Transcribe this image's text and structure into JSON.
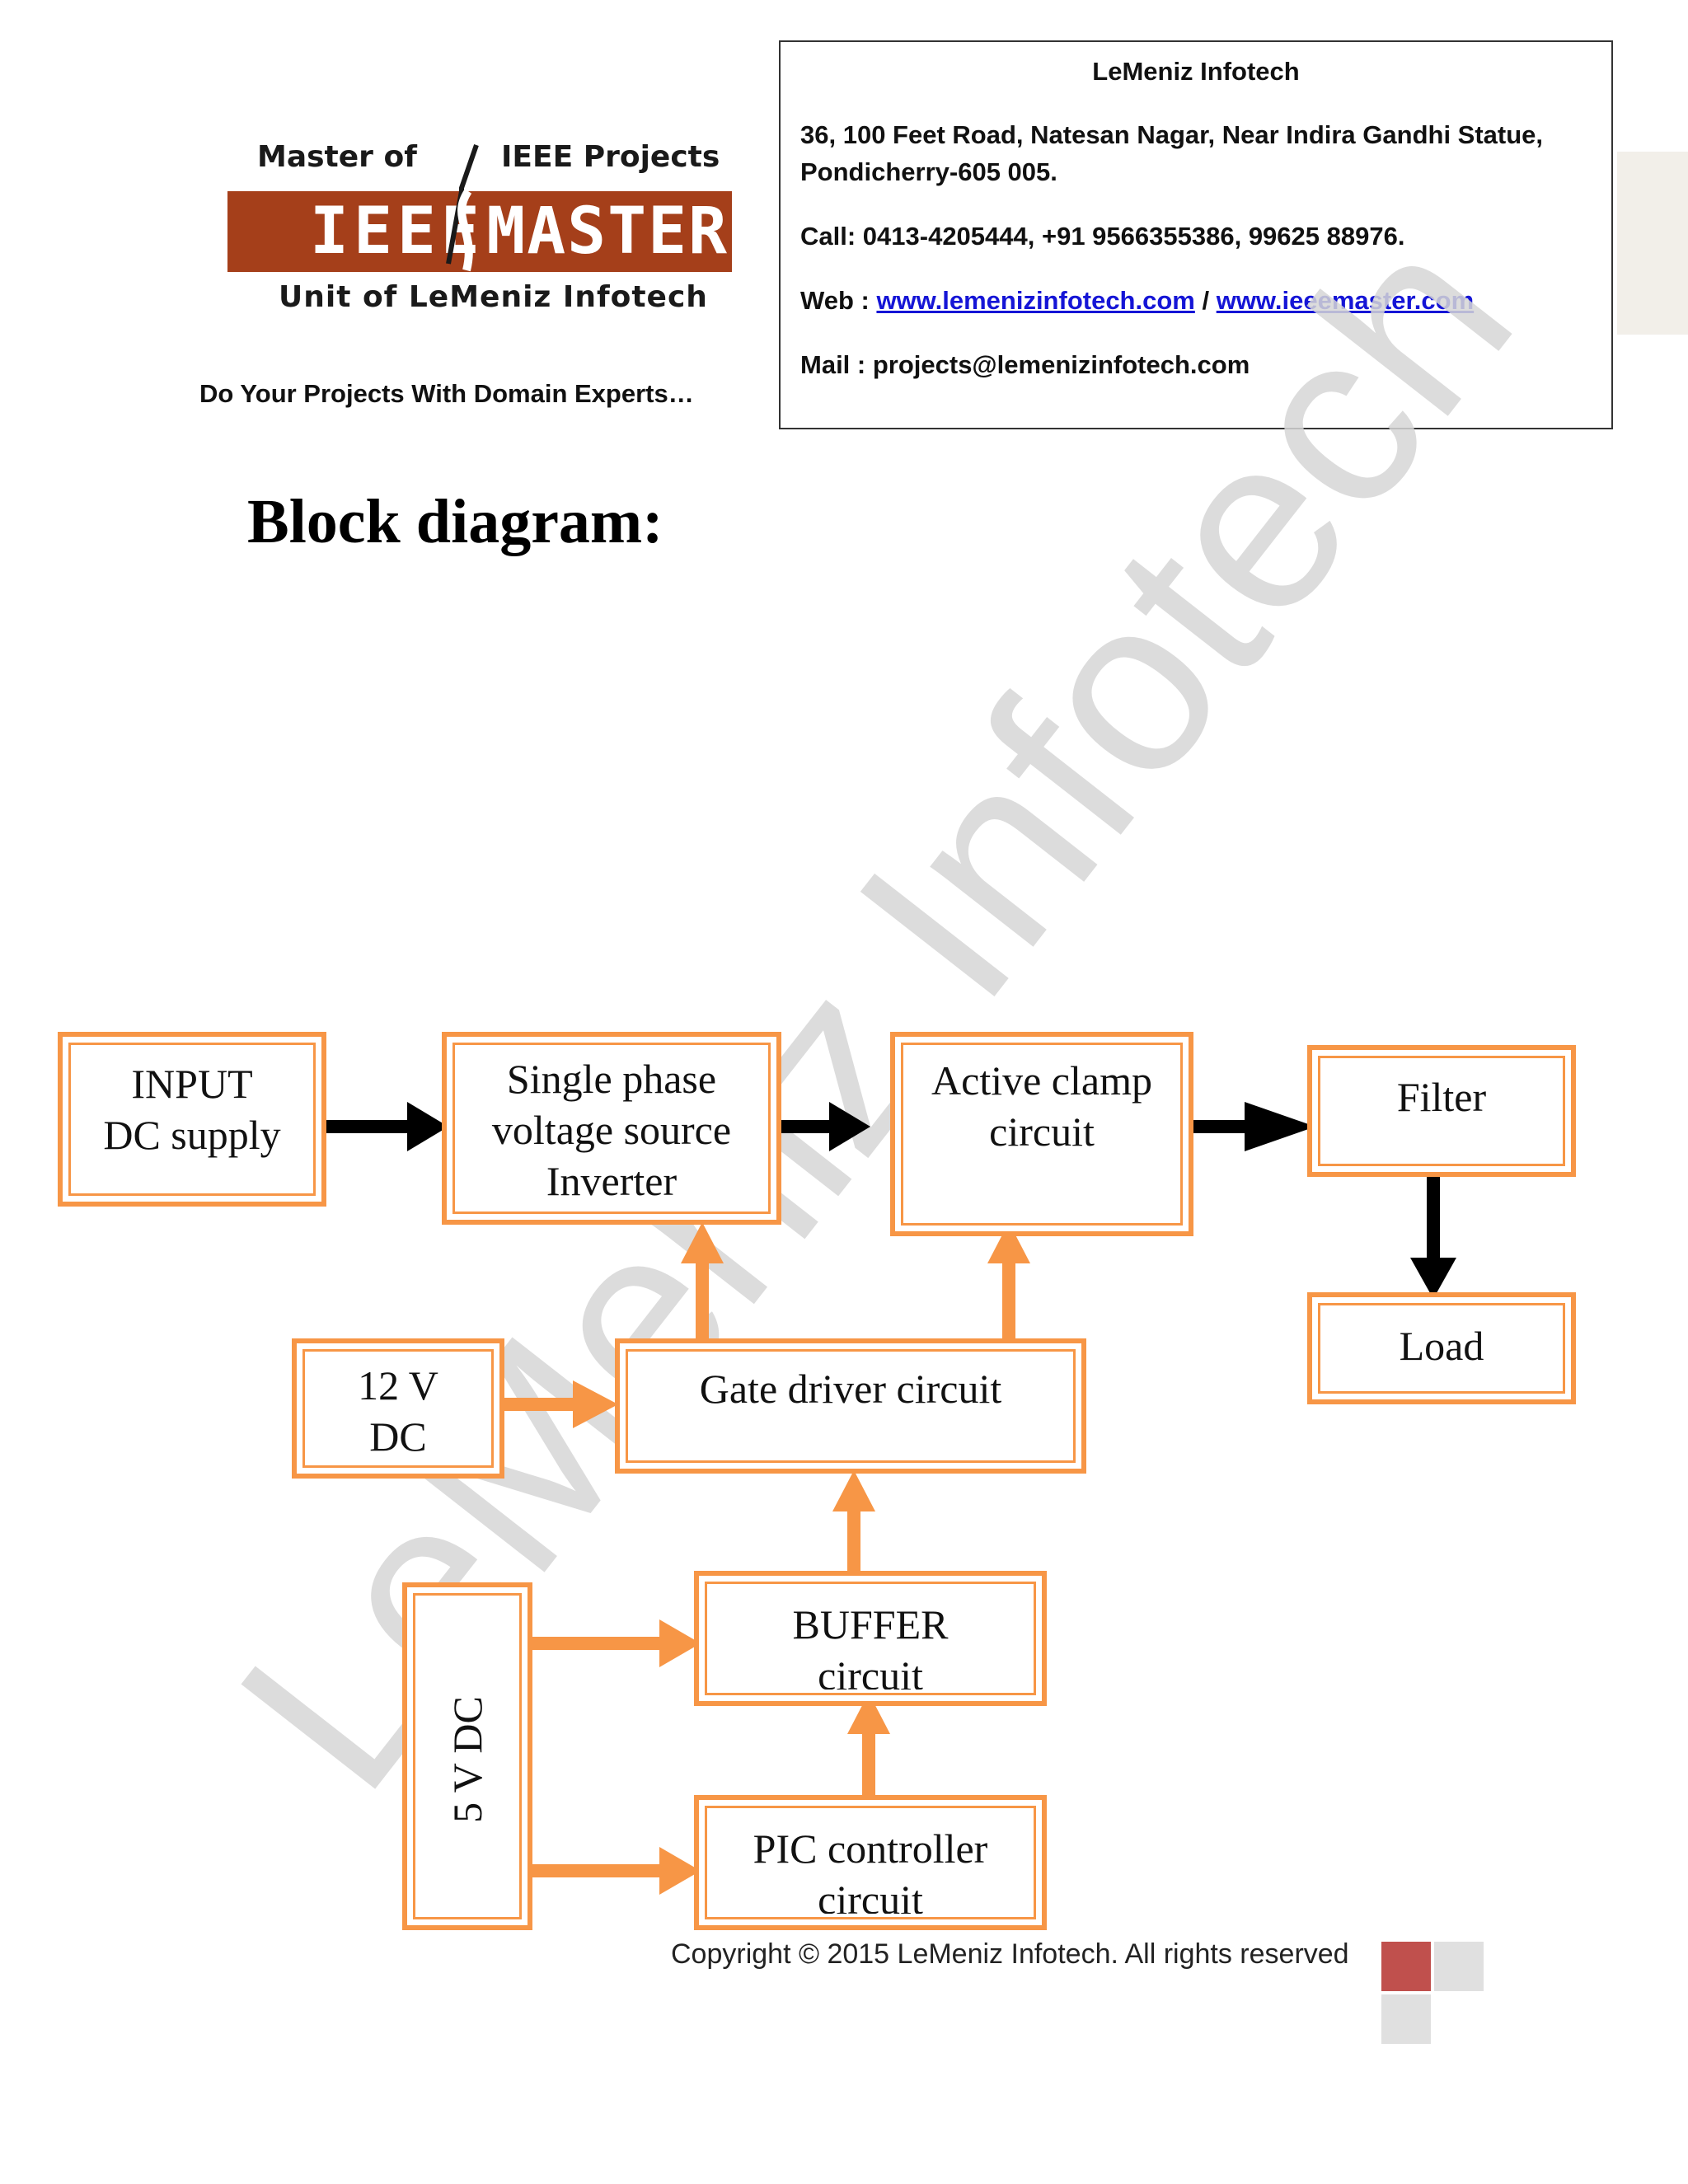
{
  "header": {
    "logo": {
      "top_left": "Master of",
      "top_right": "IEEE Projects",
      "band_left": "IEEE",
      "band_right": "MASTER",
      "bottom": "Unit of LeMeniz Infotech"
    },
    "tagline": "Do Your Projects With Domain Experts…",
    "contact": {
      "company": "LeMeniz Infotech",
      "address_line1": "36, 100 Feet Road, Natesan Nagar, Near Indira Gandhi Statue,",
      "address_line2": "Pondicherry-605 005.",
      "call": "Call: 0413-4205444, +91 9566355386, 99625 88976.",
      "web_label": "Web : ",
      "web_link1": "www.lemenizinfotech.com",
      "web_sep": " / ",
      "web_link2": "www.ieeemaster.com",
      "mail": "Mail : projects@lemenizinfotech.com"
    }
  },
  "heading": "Block diagram:",
  "watermark": "LeMeniz Infotech",
  "diagram": {
    "blocks": {
      "input_dc": [
        "INPUT",
        "DC supply"
      ],
      "inverter": [
        "Single phase",
        "voltage source",
        "Inverter"
      ],
      "active_clamp": [
        "Active clamp",
        "circuit"
      ],
      "filter": [
        "Filter"
      ],
      "load": [
        "Load"
      ],
      "dc12": [
        "12 V",
        "DC"
      ],
      "gate_driver": [
        "Gate driver circuit"
      ],
      "buffer": [
        "BUFFER",
        "circuit"
      ],
      "pic": [
        "PIC controller",
        "circuit"
      ],
      "dc5": "5 V DC"
    },
    "colors": {
      "block_border": "#f79646",
      "arrow_black": "#000000",
      "arrow_orange": "#f79646"
    }
  },
  "footer": {
    "copyright": "Copyright © 2015 LeMeniz Infotech. All rights reserved",
    "square_colors": [
      "#c0504d",
      "#e0e0e0",
      "#e0e0e0"
    ]
  }
}
